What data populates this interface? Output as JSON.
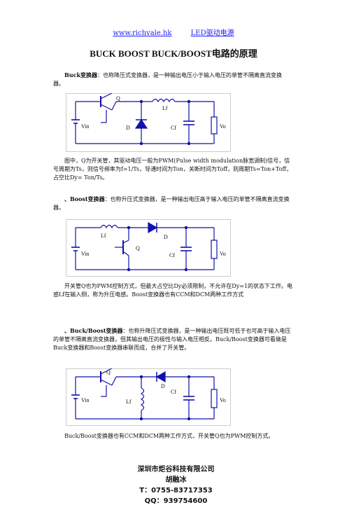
{
  "header": {
    "site_link": "www.richvale.hk",
    "site_title": "LED驱动电源"
  },
  "doc_title": "BUCK BOOST BUCK/BOOST电路的原理",
  "sections": {
    "buck": {
      "term": "Buck变换器",
      "intro": "：也称降压式变换器，是一种输出电压小于输入电压的单管不隔离直流变换器。",
      "desc": "图中，Q为开关管，其驱动电压一般为PWM(Pulse width modulation脉宽调制)信号，信号周期为Ts，则信号频率为f=1/Ts，导通时间为Ton，关断时间为Toff，则周期Ts=Ton+Toff，占空比Dy= Ton/Ts。"
    },
    "boost": {
      "term": "、Boost变换器",
      "intro": "：也称升压式变换器，是一种输出电压高于输入电压的单管不隔离直流变换器。",
      "desc": "开关管Q也为PWM控制方式，但最大占空比Dy必须限制，不允许在Dy=1的状态下工作。电感Lf在输入侧，称为升压电感。Boost变换器也有CCM和DCM两种工作方式"
    },
    "buckboost": {
      "term": "、Buck/Boost变换器",
      "intro": "：也称升降压式变换器，是一种输出电压既可低于也可高于输入电压的单管不隔离直流变换器，但其输出电压的极性与输入电压相反。Buck/Boost变换器可看做是Buck变换器和Boost变换器串联而成，合并了开关管。",
      "desc": "Buck/Boost变换器也有CCM和DCM两种工作方式，开关管Q也为PWM控制方式。"
    }
  },
  "circuit_labels": {
    "q": "Q",
    "lf": "Lf",
    "d": "D",
    "cf": "Cf",
    "vin": "Vin",
    "vo": "Vo"
  },
  "footer": {
    "company": "深圳市炬谷科技有限公司",
    "contact_name": "胡融冰",
    "phone": "T：0755-83717353",
    "qq": "QQ：939754600"
  },
  "colors": {
    "wire": "#1111aa",
    "box": "#bfbfbf",
    "link": "#1a1aff"
  }
}
